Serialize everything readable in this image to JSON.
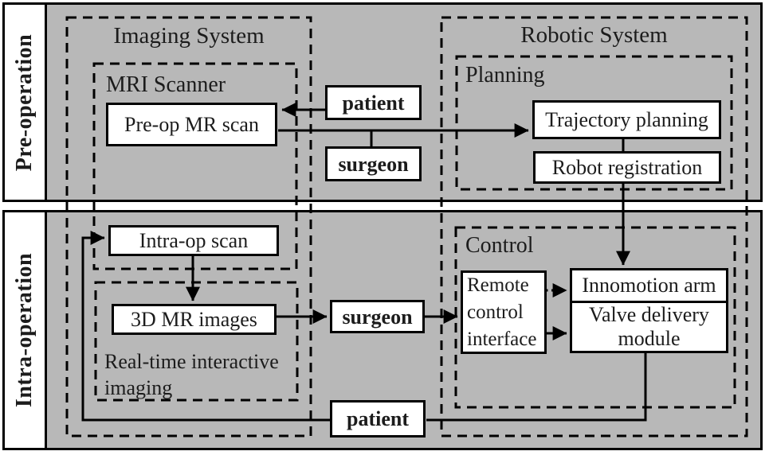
{
  "rows": [
    {
      "label": "Pre-operation"
    },
    {
      "label": "Intra-operation"
    }
  ],
  "groups": {
    "imaging_system": "Imaging System",
    "mri_scanner": "MRI Scanner",
    "realtime_imaging": "Real-time interactive imaging",
    "robotic_system": "Robotic System",
    "planning": "Planning",
    "control": "Control"
  },
  "nodes": {
    "pre_op_mr_scan": "Pre-op MR scan",
    "patient_pre": "patient",
    "surgeon_pre": "surgeon",
    "trajectory_planning": "Trajectory planning",
    "robot_registration": "Robot registration",
    "intra_op_scan": "Intra-op scan",
    "three_d_mr_images": "3D MR images",
    "surgeon_intra": "surgeon",
    "remote_control_interface": "Remote control interface",
    "innomotion_arm": "Innomotion arm",
    "valve_delivery_module": "Valve delivery module",
    "patient_intra": "patient"
  },
  "colors": {
    "band_background": "#b8b8b8",
    "box_background": "#ffffff",
    "line": "#000000"
  }
}
